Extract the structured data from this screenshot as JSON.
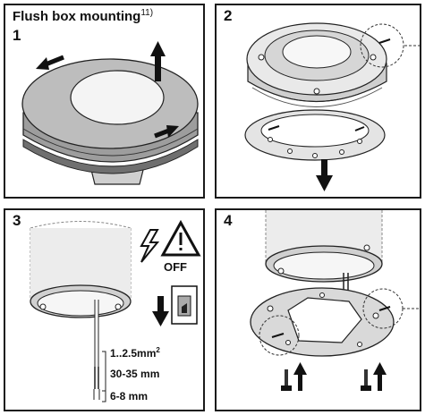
{
  "panels": [
    {
      "number": "1",
      "title": "Flush box mounting",
      "title_sup": "11)"
    },
    {
      "number": "2"
    },
    {
      "number": "3",
      "off_label": "OFF",
      "specs": [
        "1..2.5mm",
        "30-35 mm",
        "6-8 mm"
      ],
      "spec_sup": "2"
    },
    {
      "number": "4"
    }
  ]
}
